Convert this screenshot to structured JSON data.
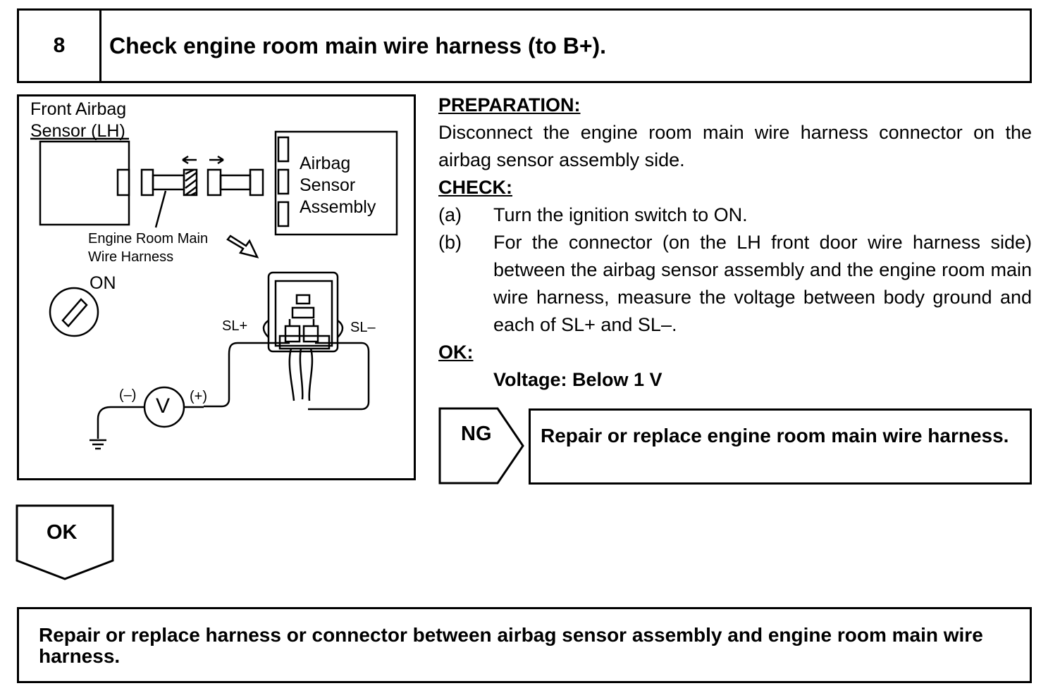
{
  "step": {
    "number": "8",
    "title": "Check engine room main wire harness (to B+)."
  },
  "diagram": {
    "front_sensor_label_1": "Front Airbag",
    "front_sensor_label_2": "Sensor (LH)",
    "assembly_label_1": "Airbag",
    "assembly_label_2": "Sensor",
    "assembly_label_3": "Assembly",
    "harness_label_1": "Engine Room Main",
    "harness_label_2": "Wire Harness",
    "ignition_label": "ON",
    "terminal_plus": "SL+",
    "terminal_minus": "SL–",
    "probe_negative": "(–)",
    "probe_positive": "(+)",
    "meter_symbol": "V"
  },
  "instructions": {
    "preparation_heading": "PREPARATION:",
    "preparation_text": "Disconnect the engine room main wire harness connector on the airbag sensor assembly side.",
    "check_heading": "CHECK:",
    "check_items": [
      {
        "mark": "(a)",
        "text": "Turn the ignition switch to ON."
      },
      {
        "mark": "(b)",
        "text": "For the connector (on the LH front door wire harness side) between the airbag sensor assembly and the engine room main wire harness, measure the voltage between body ground and each of SL+ and SL–."
      }
    ],
    "ok_heading": "OK:",
    "ok_spec": "Voltage: Below 1 V"
  },
  "ng_branch": {
    "label": "NG",
    "action": "Repair or replace engine room main wire harness."
  },
  "ok_branch": {
    "label": "OK"
  },
  "final_action": "Repair or replace harness or connector between airbag sensor assembly and engine room main wire harness."
}
